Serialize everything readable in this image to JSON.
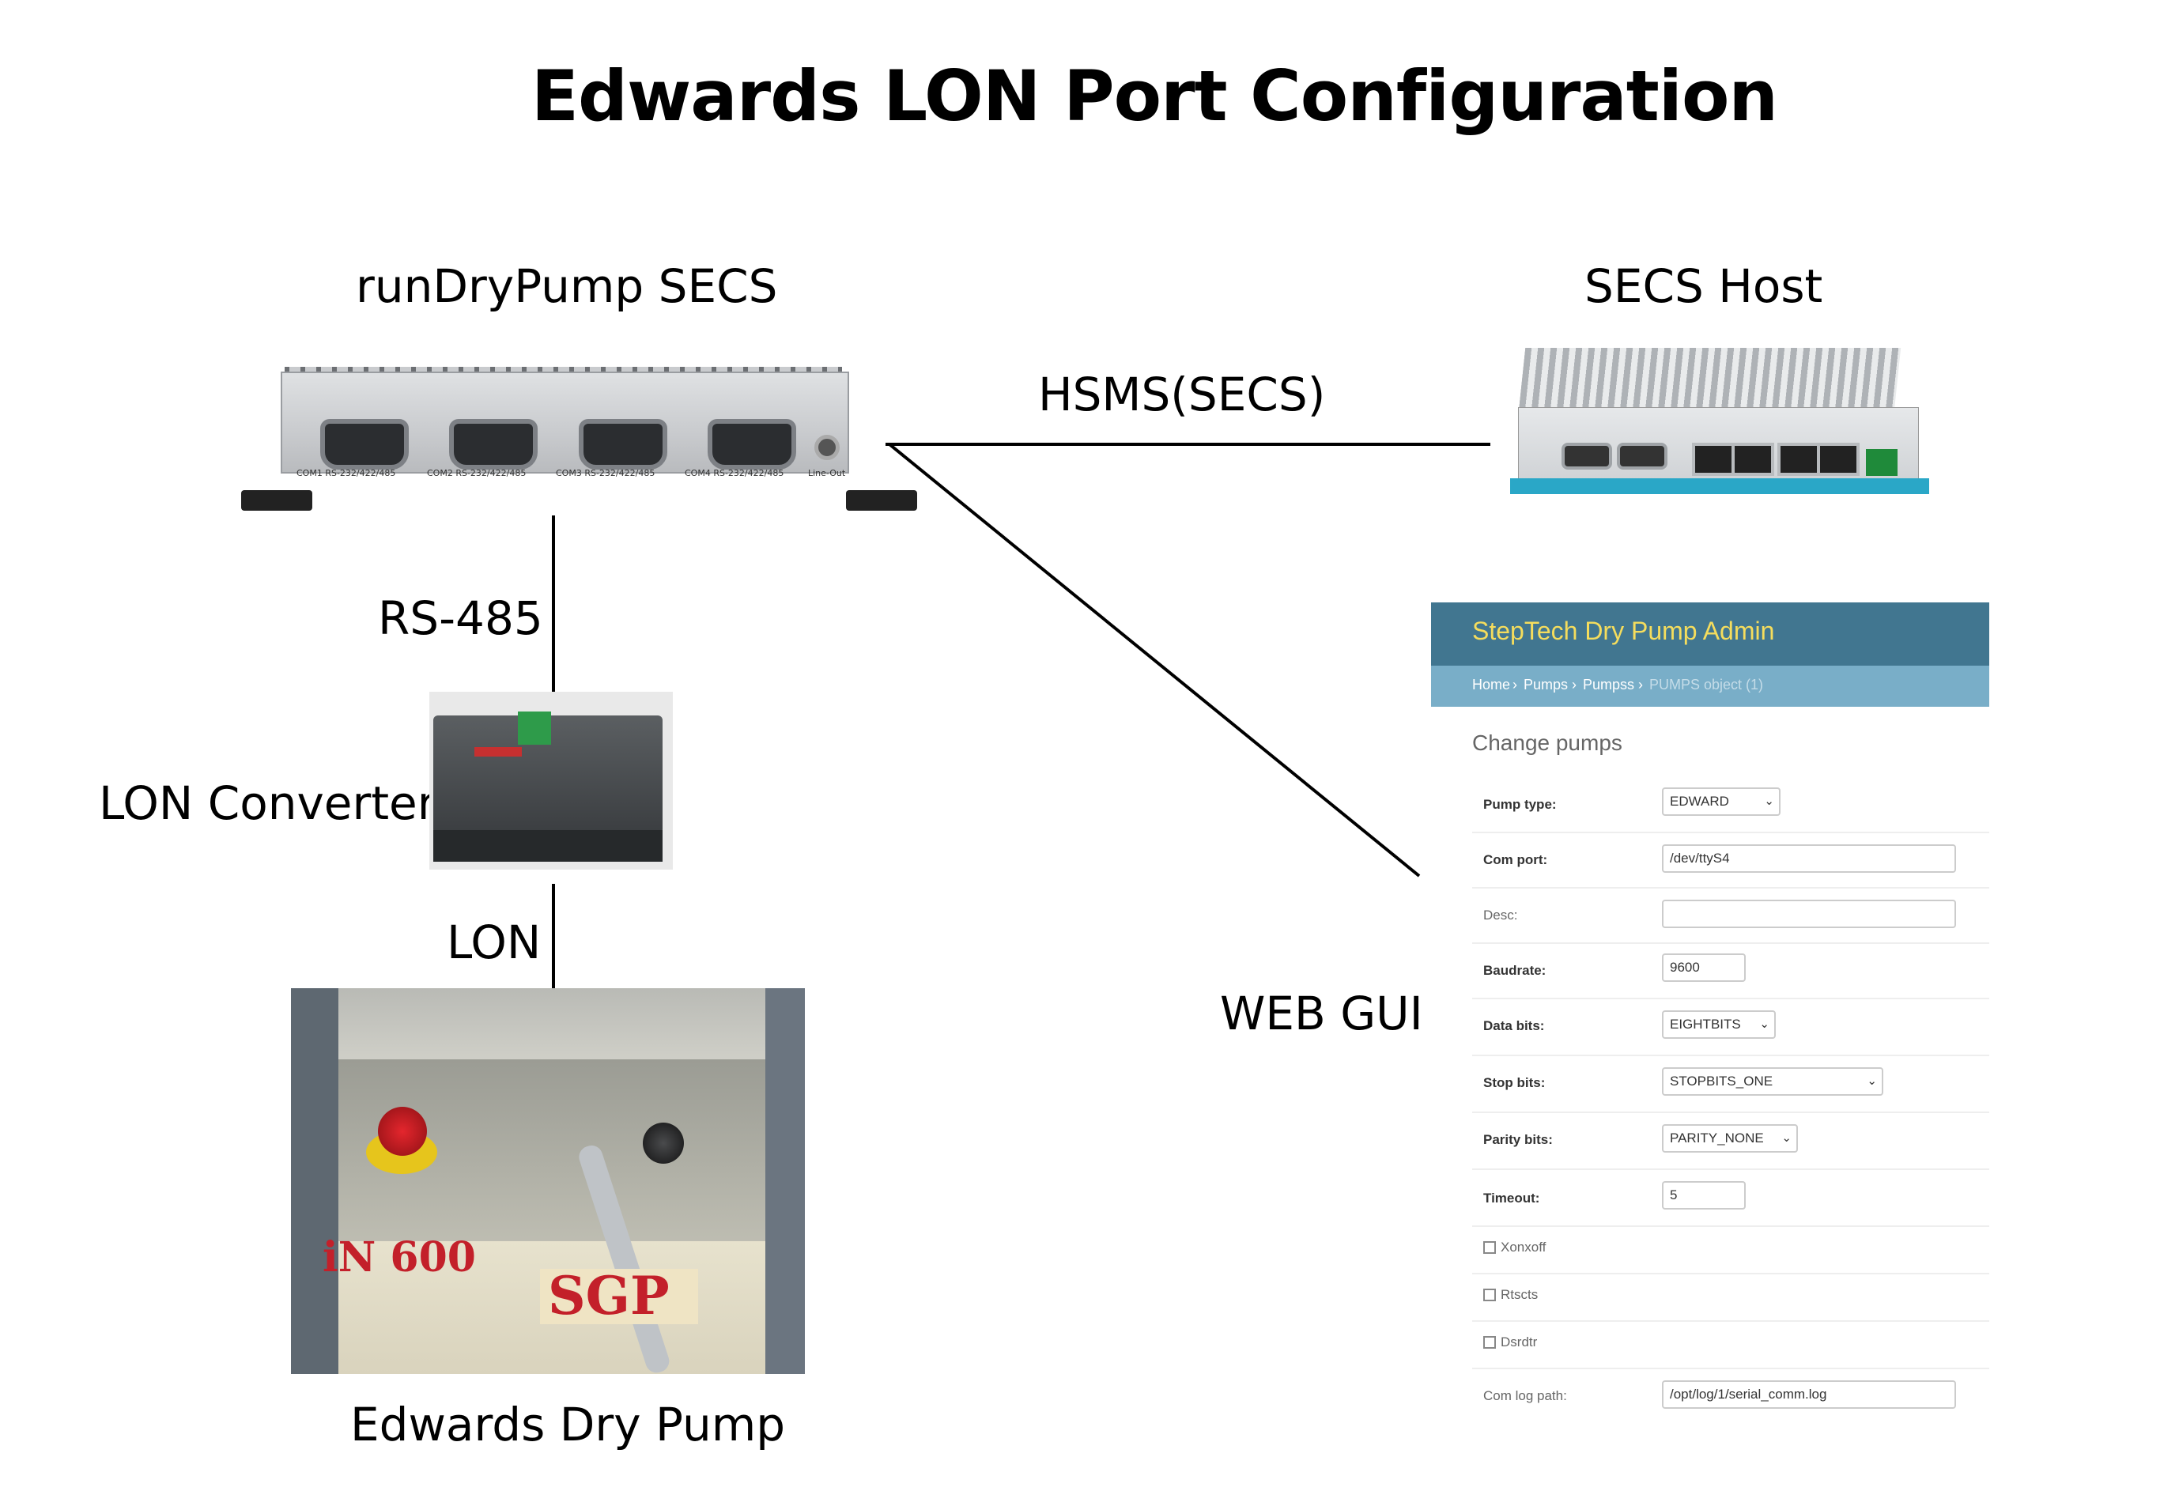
{
  "title": "Edwards LON Port Configuration",
  "nodes": {
    "secs_device": "runDryPump SECS",
    "secs_host": "SECS Host",
    "lon_converter": "LON Converter",
    "edwards_pump": "Edwards Dry Pump",
    "web_gui": "WEB GUI"
  },
  "links": {
    "hsms": "HSMS(SECS)",
    "rs485": "RS-485",
    "lon": "LON"
  },
  "device_ports": [
    "COM1 RS-232/422/485",
    "COM2 RS-232/422/485",
    "COM3 RS-232/422/485",
    "COM4 RS-232/422/485",
    "Line-Out"
  ],
  "pump_markings": {
    "model": "iN 600",
    "brand": "SGP"
  },
  "gui": {
    "app_title": "StepTech Dry Pump Admin",
    "breadcrumb": {
      "home": "Home",
      "pumps": "Pumps",
      "pumpss": "Pumpss",
      "current": "PUMPS object (1)",
      "sep": "›"
    },
    "heading": "Change pumps",
    "fields": {
      "pump_type": {
        "label": "Pump type:",
        "value": "EDWARD"
      },
      "com_port": {
        "label": "Com port:",
        "value": "/dev/ttyS4"
      },
      "desc": {
        "label": "Desc:",
        "value": ""
      },
      "baudrate": {
        "label": "Baudrate:",
        "value": "9600"
      },
      "data_bits": {
        "label": "Data bits:",
        "value": "EIGHTBITS"
      },
      "stop_bits": {
        "label": "Stop bits:",
        "value": "STOPBITS_ONE"
      },
      "parity_bits": {
        "label": "Parity bits:",
        "value": "PARITY_NONE"
      },
      "timeout": {
        "label": "Timeout:",
        "value": "5"
      },
      "xonxoff": {
        "label": "Xonxoff",
        "checked": false
      },
      "rtscts": {
        "label": "Rtscts",
        "checked": false
      },
      "dsrdtr": {
        "label": "Dsrdtr",
        "checked": false
      },
      "com_log_path": {
        "label": "Com log path:",
        "value": "/opt/log/1/serial_comm.log"
      }
    }
  },
  "colors": {
    "gui_header": "#417690",
    "gui_breadcrumb": "#79aec8",
    "gui_title": "#f5dd5d"
  }
}
